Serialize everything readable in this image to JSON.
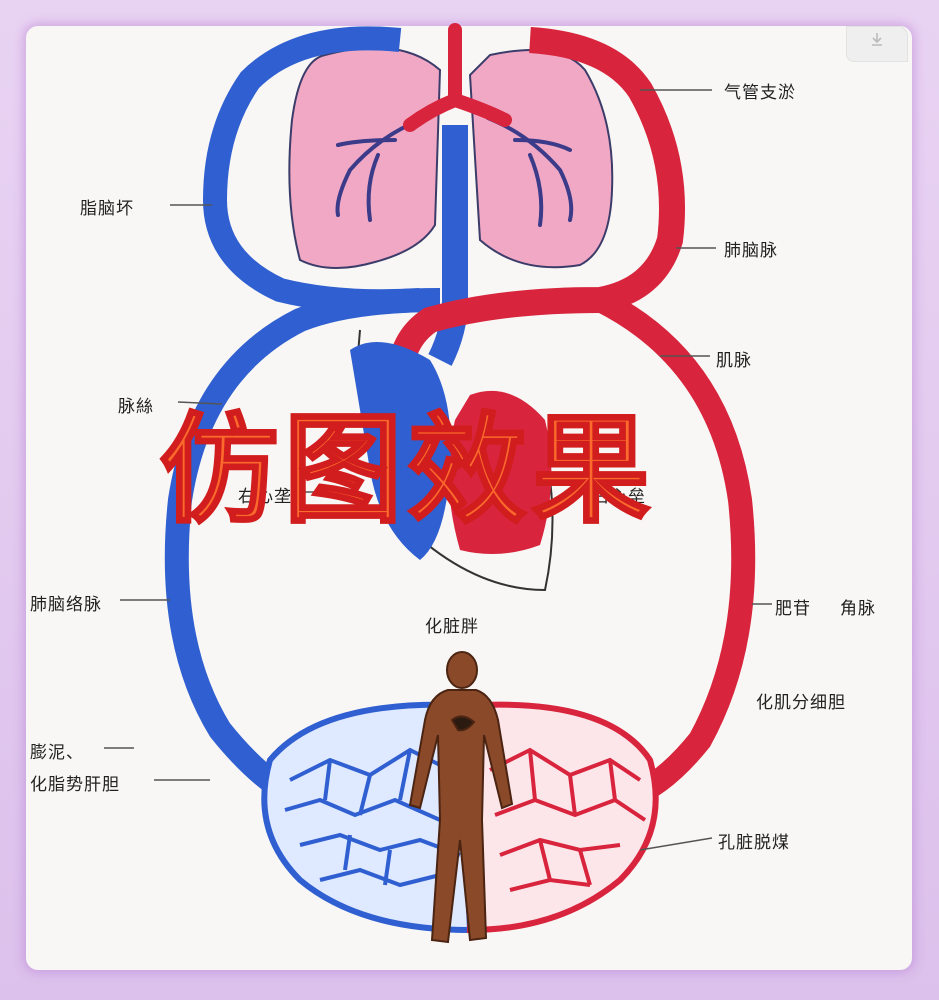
{
  "watermark": "仿图效果",
  "labels": {
    "trachea": "气管支淤",
    "left_vein": "脂脑坏",
    "right_artery": "肺脑脉",
    "aorta": "肌脉",
    "left_atrium": "脉絲",
    "left_heart": "右心垄",
    "right_heart": "右心垒",
    "left_vessel": "肺脑络脉",
    "center": "化脏胖",
    "right_vessel_a": "肥苷",
    "right_vessel_b": "角脉",
    "right_lower": "化肌分细胆",
    "left_capillary_a": "膨泥、",
    "left_capillary_b": "化脂势肝胆",
    "right_capillary": "孔脏脱煤"
  },
  "colors": {
    "vein_blue": "#2f5fd0",
    "artery_red": "#d8243c",
    "lung_pink": "#f1a8c4",
    "watermark_fill": "#fb6a2c",
    "watermark_stroke": "#d11d1d"
  },
  "icons": {
    "corner_button": "download-icon"
  }
}
